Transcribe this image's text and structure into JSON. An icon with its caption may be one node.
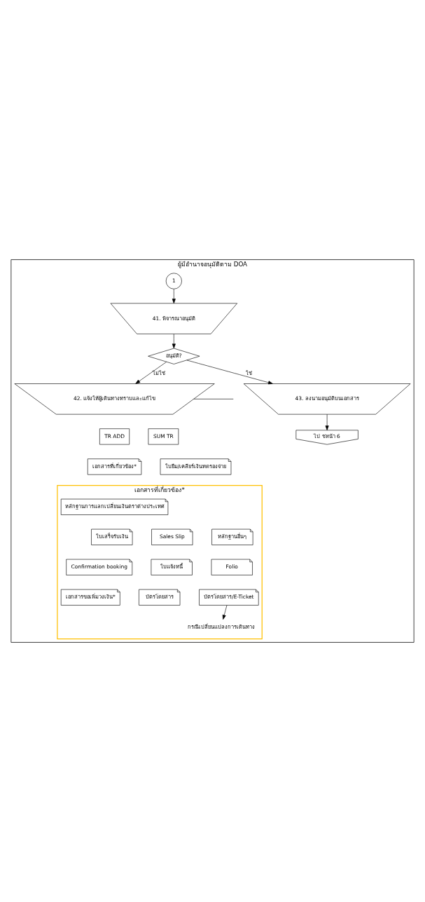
{
  "diagram": {
    "nodes": [
      {
        "text": [
          "ผู้มีอำนาจอนุมัติตาม DOA"
        ]
      },
      {
        "text": [
          "1"
        ],
        "in": 0
      },
      {
        "text": [
          "41. พิจารณาอนุมัติ"
        ],
        "in": 0
      },
      {
        "text": [
          "อนุมัติ?"
        ],
        "in": 0
      },
      {
        "text": [
          "42. แจ้งให้ผู้เดินทางทราบและแก้ไข"
        ],
        "in": 0
      },
      {
        "text": [
          "43. ลงนามอนุมัติบนเอกสาร"
        ],
        "in": 0
      },
      {
        "text": [
          "TR ADD"
        ],
        "in": 0
      },
      {
        "text": [
          "SUM TR"
        ],
        "in": 0
      },
      {
        "text": [
          "เอกสารที่เกี่ยวข้อง*"
        ],
        "in": 0
      },
      {
        "text": [
          "ใบยืม/เคลียร์เงินทดรองจ่าย"
        ],
        "in": 0
      },
      {
        "text": [
          "ไป ชหน้า 6"
        ],
        "in": 0
      },
      {
        "text": [
          "เอกสารที่เกี่ยวข้อง*"
        ],
        "in": 0
      },
      {
        "text": [
          "หลักฐานการแลกเปลี่ยนเงินตราต่างประเทศ"
        ],
        "in": 11
      },
      {
        "text": [
          "ใบเสร็จรับเงิน"
        ],
        "in": 11
      },
      {
        "text": [
          "Sales Slip"
        ],
        "in": 11
      },
      {
        "text": [
          "หลักฐานอื่นๆ"
        ],
        "in": 11
      },
      {
        "text": [
          "Confirmation booking"
        ],
        "in": 11
      },
      {
        "text": [
          "ใบแจ้งหนี้"
        ],
        "in": 11
      },
      {
        "text": [
          "Folio"
        ],
        "in": 11
      },
      {
        "text": [
          "เอกสารขอเพิ่มวงเงิน*"
        ],
        "in": 11
      },
      {
        "text": [
          "บัตรโดยสาร"
        ],
        "in": 11
      },
      {
        "text": [
          "บัตรโดยสาร/E-Ticket"
        ],
        "in": 11
      },
      {
        "text": [
          "กรณีเปลี่ยนแปลงการเดินทาง"
        ],
        "in": 11
      }
    ],
    "edges": [
      {
        "from": 1,
        "to": 2,
        "arrow": "to"
      },
      {
        "from": 2,
        "to": 3,
        "arrow": "to"
      },
      {
        "from": 3,
        "to": 4,
        "arrow": "to",
        "label": "ไม่ใช่"
      },
      {
        "from": 3,
        "to": 5,
        "arrow": "to",
        "label": "ใช่"
      },
      {
        "from": 4,
        "to": null,
        "arrow": "none"
      },
      {
        "from": 5,
        "to": 10,
        "arrow": "to"
      },
      {
        "from": 21,
        "to": 22,
        "arrow": "to"
      }
    ]
  }
}
